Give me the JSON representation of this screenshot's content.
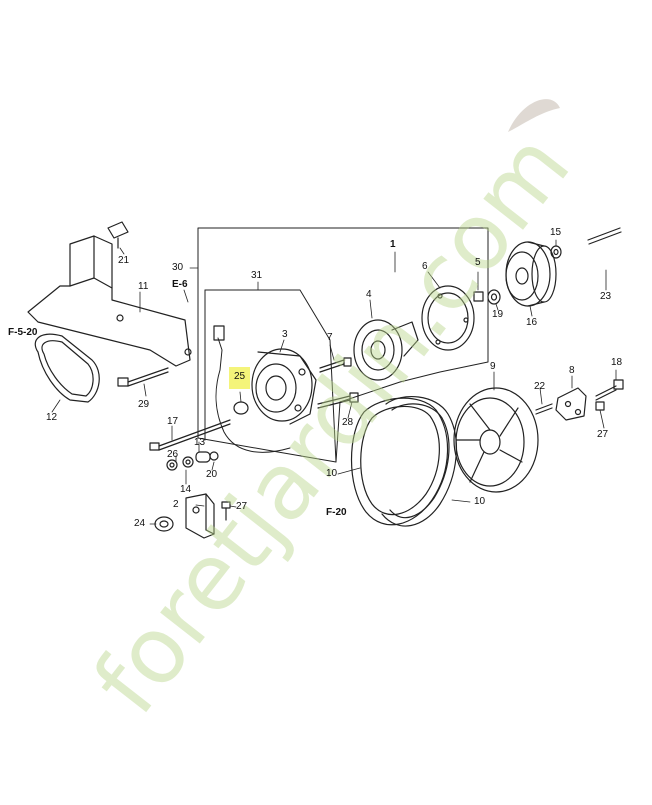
{
  "colors": {
    "line": "#222222",
    "highlight": "#f4f47a",
    "watermark_green": "#b7d58a",
    "watermark_orange": "#f1c48c",
    "watermark_gray": "#c9c0b6"
  },
  "watermark": {
    "text": "foretjardin.com"
  },
  "callouts": {
    "c1": "1",
    "c2": "2",
    "c3": "3",
    "c4": "4",
    "c6": "6",
    "c7": "7",
    "c9": "9",
    "c10a": "10",
    "c10b": "10",
    "c11": "11",
    "c12": "12",
    "c13": "13",
    "c14": "14",
    "c15": "15",
    "c16": "16",
    "c17": "17",
    "c18": "18",
    "c19": "19",
    "c20": "20",
    "c21": "21",
    "c22": "22",
    "c23": "23",
    "c24": "24",
    "c25": "25",
    "c26": "26",
    "c27a": "27",
    "c27b": "27",
    "c28": "28",
    "c29": "29",
    "c30": "30",
    "c31": "31",
    "c5": "5",
    "c8": "8",
    "refE6": "E-6",
    "refF520": "F-5-20",
    "refF20": "F-20"
  }
}
